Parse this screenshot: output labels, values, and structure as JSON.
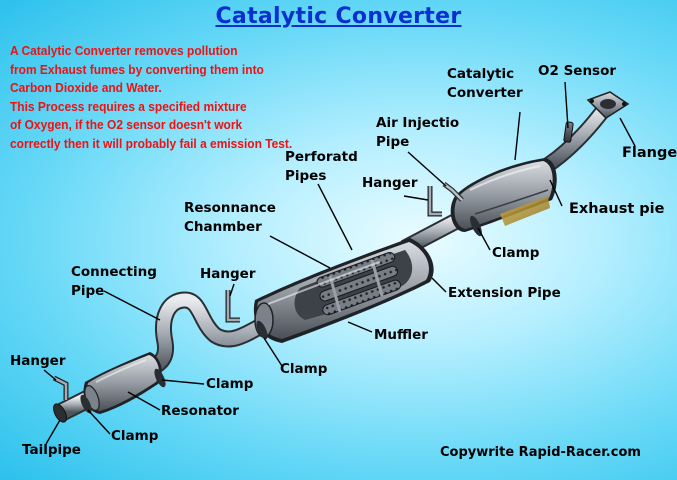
{
  "title": "Catalytic Converter",
  "description": [
    "A Catalytic Converter removes pollution",
    "from Exhaust fumes by converting them into",
    "Carbon Dioxide and Water.",
    "This Process requires a specified mixture",
    "of Oxygen, if the O2 sensor doesn't work",
    "correctly then it will probably fail a emission Test."
  ],
  "labels": {
    "catalytic_converter": [
      "Catalytic",
      "Converter"
    ],
    "o2_sensor": "O2 Sensor",
    "air_injection_pipe": [
      "Air Injectio",
      "Pipe"
    ],
    "flange": "Flange",
    "perforated_pipes": [
      "Perforatd",
      "Pipes"
    ],
    "hanger_top": "Hanger",
    "exhaust_pipe": "Exhaust pie",
    "resonance_chamber": [
      "Resonnance",
      "Chanmber"
    ],
    "clamp_catalytic": "Clamp",
    "connecting_pipe": [
      "Connecting",
      "Pipe"
    ],
    "hanger_middle": "Hanger",
    "extension_pipe": "Extension Pipe",
    "muffler": "Muffler",
    "clamp_muffler": "Clamp",
    "hanger_tail": "Hanger",
    "clamp_resonator_front": "Clamp",
    "resonator": "Resonator",
    "clamp_tail": "Clamp",
    "tailpipe": "Tailpipe"
  },
  "copyright": "Copywrite Rapid-Racer.com"
}
